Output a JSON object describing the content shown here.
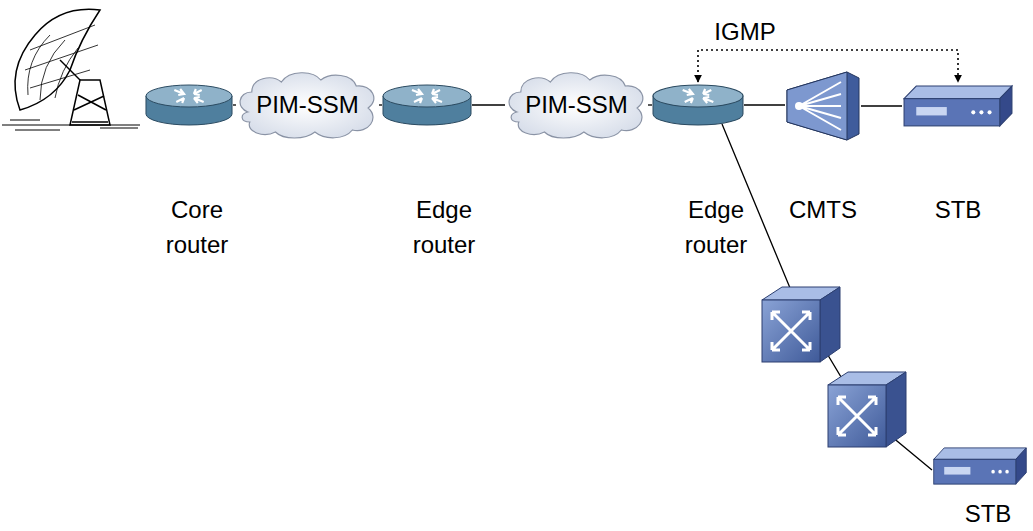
{
  "diagram": {
    "nodes": [
      {
        "text": [
          "Core router"
        ]
      },
      {
        "text": [
          "PIM-SSM"
        ]
      },
      {
        "text": [
          "Edge router"
        ]
      },
      {
        "text": [
          "PIM-SSM"
        ]
      },
      {
        "text": [
          "Edge router"
        ]
      },
      {
        "text": [
          "CMTS"
        ]
      },
      {
        "text": [
          "STB"
        ]
      },
      {
        "text": [
          "STB"
        ]
      }
    ],
    "edges": [
      {
        "from": 0,
        "to": 1,
        "arrow": "none"
      },
      {
        "from": 1,
        "to": 2,
        "arrow": "none"
      },
      {
        "from": 2,
        "to": 3,
        "arrow": "none"
      },
      {
        "from": 3,
        "to": 4,
        "arrow": "none"
      },
      {
        "from": 4,
        "to": 5,
        "arrow": "none"
      },
      {
        "from": 5,
        "to": 6,
        "arrow": "none"
      },
      {
        "from": 4,
        "to": 6,
        "label": "IGMP",
        "arrow": "both"
      },
      {
        "from": 4,
        "to": 7,
        "arrow": "none"
      }
    ]
  }
}
